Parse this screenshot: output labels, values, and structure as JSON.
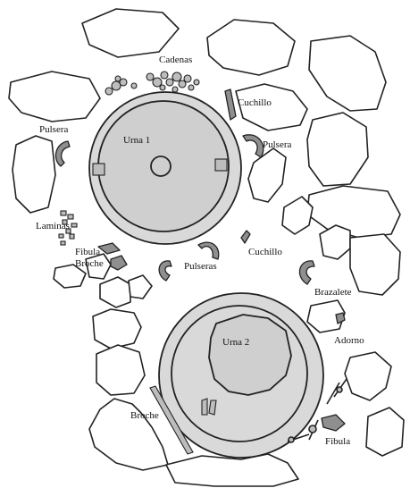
{
  "labels": {
    "cadenas": "Cadenas",
    "pulsera_left": "Pulsera",
    "urna1": "Urna 1",
    "cuchillo_top": "Cuchillo",
    "pulsera_right": "Pulsera",
    "laminas": "Laminas",
    "fibula_left": "Fibula",
    "broche_left": "Broche",
    "pulseras": "Pulseras",
    "cuchillo_mid": "Cuchillo",
    "brazalete": "Brazalete",
    "urna2": "Urna 2",
    "adorno": "Adorno",
    "broche_bottom": "Broche",
    "fibula_bottom": "Fibula"
  }
}
